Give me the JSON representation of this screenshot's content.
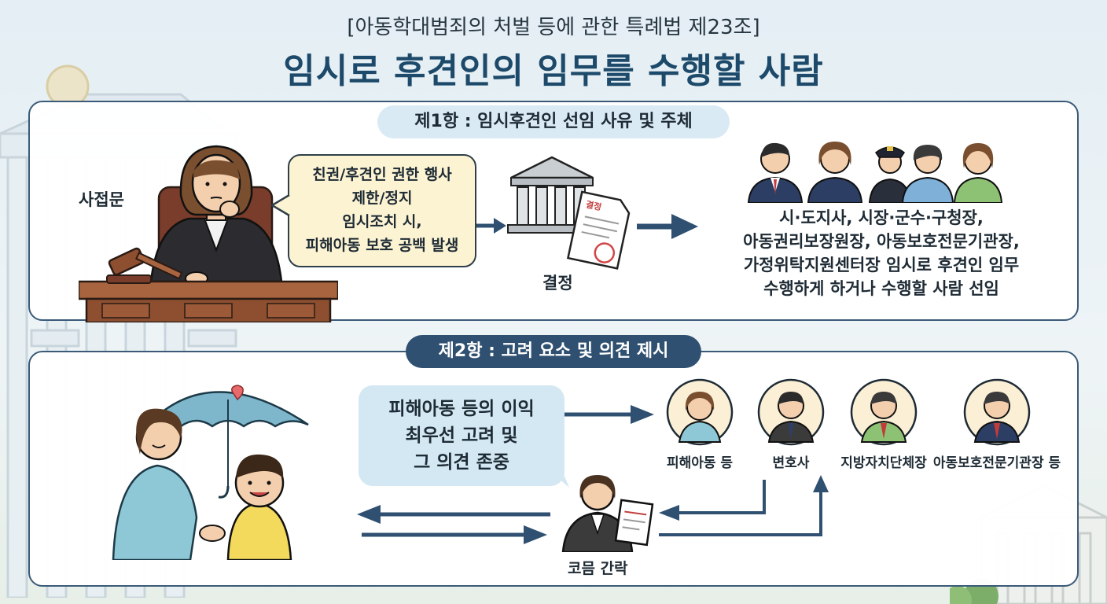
{
  "header": {
    "subtitle": "[아동학대범죄의 처벌 등에 관한 특례법 제23조]",
    "title": "임시로 후견인의 임무를 수행할 사람"
  },
  "section1": {
    "label": "제1항 : 임시후견인 선임 사유 및 주체",
    "judge_label": "사접문",
    "bubble_lines": [
      "친권/후견인 권한 행사",
      "제한/정지",
      "임시조치 시,",
      "피해아동 보호 공백 발생"
    ],
    "court_label": "결정",
    "stamp_text": "결정",
    "people_lines": [
      "시·도지사, 시장·군수·구청장,",
      "아동권리보장원장, 아동보호전문기관장,",
      "가정위탁지원센터장  임시로 후견인 임무",
      "수행하게 하거나 수행할 사람 선임"
    ]
  },
  "section2": {
    "label": "제2항 : 고려 요소 및 의견 제시",
    "bubble_lines": [
      "피해아동 등의 이익",
      "최우선 고려 및",
      "그 의견 존중"
    ],
    "circles": [
      {
        "label": "피해아동 등"
      },
      {
        "label": "변호사"
      },
      {
        "label": "지방자치단체장"
      },
      {
        "label": "아동보호전문기관장 등"
      }
    ],
    "guardian_label": "코믐 간락"
  },
  "colors": {
    "accent": "#1d4a6a",
    "panel_border": "#3a5a78",
    "arrow": "#2f5070",
    "bubble_yellow": "#fcf3d2",
    "bubble_blue": "#d3e8f2"
  }
}
